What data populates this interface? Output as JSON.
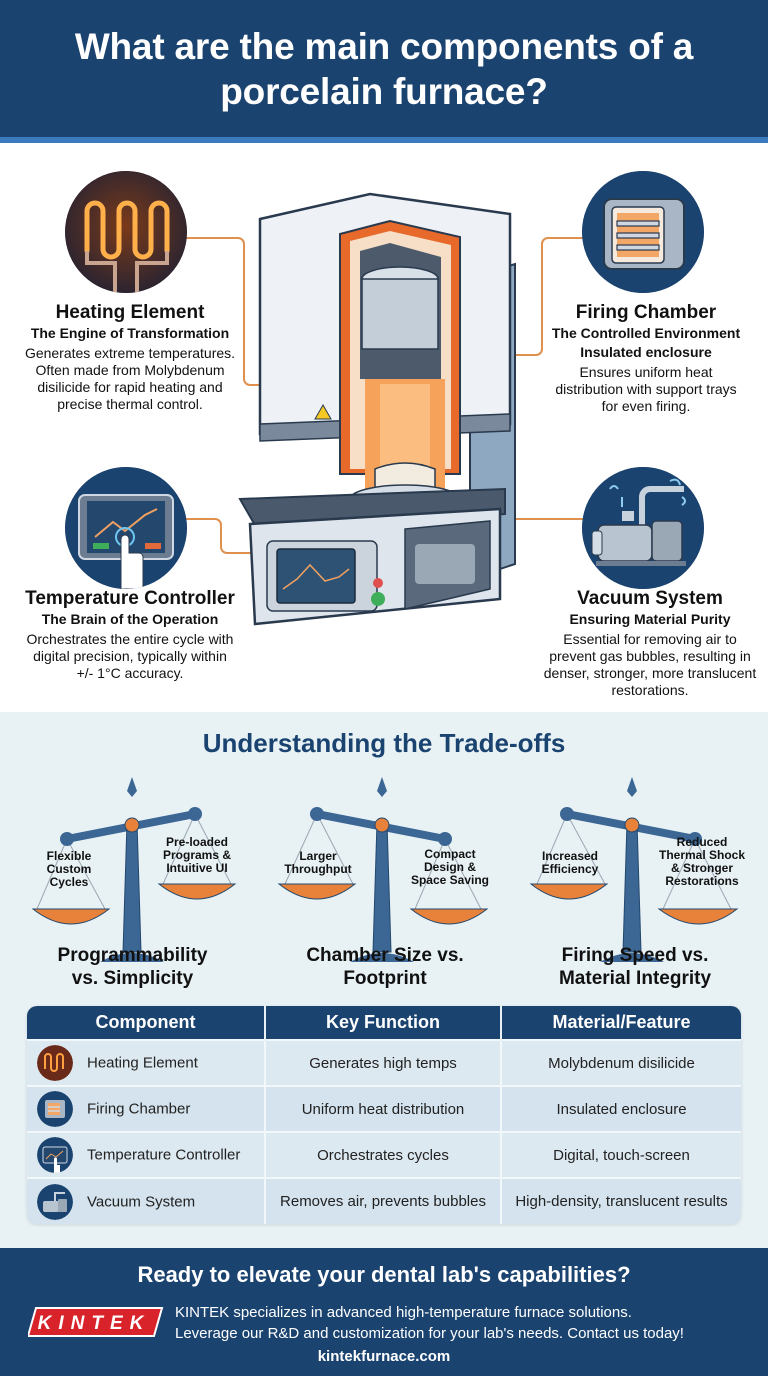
{
  "header": {
    "title": "What are the main components of a porcelain furnace?"
  },
  "colors": {
    "navy": "#1b4370",
    "accent_blue": "#3b7bbd",
    "orange": "#e8823a",
    "light_bg": "#e8f2f5"
  },
  "components": [
    {
      "icon": "heating-coil-icon",
      "title": "Heating Element",
      "subtitle": "The Engine of Transformation",
      "description": "Generates extreme temperatures. Often made from Molybdenum disilicide for rapid heating and precise thermal control."
    },
    {
      "icon": "firing-chamber-icon",
      "title": "Firing Chamber",
      "subtitle": "The Controlled Environment",
      "subtitle2": "Insulated enclosure",
      "description": "Ensures uniform heat distribution with support trays for even firing."
    },
    {
      "icon": "touchscreen-controller-icon",
      "title": "Temperature Controller",
      "subtitle": "The Brain of the Operation",
      "description": "Orchestrates the entire cycle with digital precision, typically within +/- 1°C accuracy."
    },
    {
      "icon": "vacuum-pump-icon",
      "title": "Vacuum System",
      "subtitle": "Ensuring Material Purity",
      "description": "Essential for removing air to prevent gas bubbles, resulting in denser, stronger, more translucent restorations."
    }
  ],
  "tradeoffs": {
    "title": "Understanding the Trade-offs",
    "items": [
      {
        "left": "Flexible Custom Cycles",
        "right": "Pre-loaded Programs & Intuitive UI",
        "title": "Programmability vs. Simplicity",
        "tilt": "right-up"
      },
      {
        "left": "Larger Throughput",
        "right": "Compact Design & Space Saving",
        "title": "Chamber Size vs. Footprint",
        "tilt": "left-up"
      },
      {
        "left": "Increased Efficiency",
        "right": "Reduced Thermal Shock & Stronger Restorations",
        "title": "Firing Speed vs. Material Integrity",
        "tilt": "left-up"
      }
    ]
  },
  "table": {
    "headers": [
      "Component",
      "Key Function",
      "Material/Feature"
    ],
    "rows": [
      {
        "icon": "heating-coil-icon",
        "component": "Heating Element",
        "function": "Generates high temps",
        "feature": "Molybdenum disilicide"
      },
      {
        "icon": "firing-chamber-icon",
        "component": "Firing Chamber",
        "function": "Uniform heat distribution",
        "feature": "Insulated enclosure"
      },
      {
        "icon": "touchscreen-controller-icon",
        "component": "Temperature Controller",
        "function": "Orchestrates cycles",
        "feature": "Digital, touch-screen"
      },
      {
        "icon": "vacuum-pump-icon",
        "component": "Vacuum System",
        "function": "Removes air, prevents bubbles",
        "feature": "High-density, translucent results"
      }
    ]
  },
  "footer": {
    "cta_title": "Ready to elevate your dental lab's capabilities?",
    "logo_text": "KINTEK",
    "body_line1": "KINTEK specializes in advanced high-temperature furnace solutions.",
    "body_line2": "Leverage our R&D and customization for your lab's needs. Contact us today!",
    "url": "kintekfurnace.com"
  }
}
